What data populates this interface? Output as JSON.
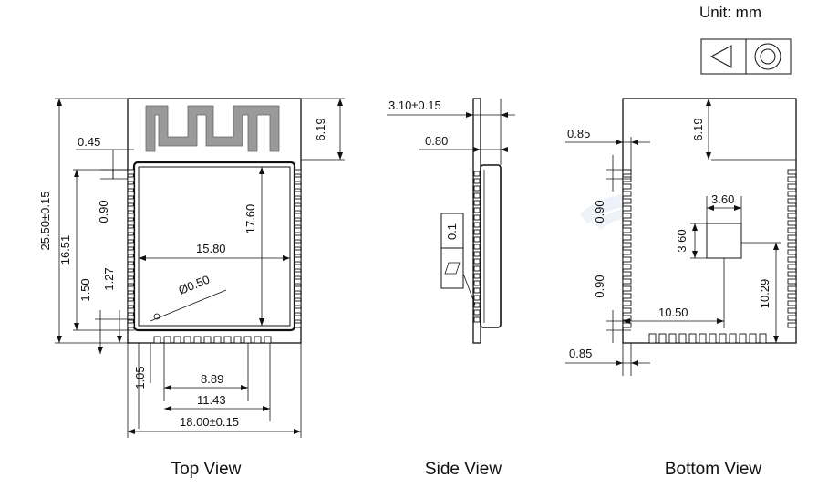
{
  "unit_label": "Unit: mm",
  "accent_color": "#8a8a8a",
  "views": {
    "top_title": "Top View",
    "side_title": "Side View",
    "bottom_title": "Bottom View"
  },
  "top": {
    "d_25_50": "25.50±0.15",
    "d_16_51": "16.51",
    "d_0_45": "0.45",
    "d_6_19": "6.19",
    "d_0_90": "0.90",
    "d_17_60": "17.60",
    "d_15_80": "15.80",
    "d_1_50": "1.50",
    "d_1_27": "1.27",
    "d_dia": "Ø0.50",
    "d_1_05": "1.05",
    "d_8_89": "8.89",
    "d_11_43": "11.43",
    "d_18_00": "18.00±0.15"
  },
  "side": {
    "d_3_10": "3.10±0.15",
    "d_0_80": "0.80",
    "d_0_1": "0.1"
  },
  "bottom": {
    "d_0_85_top": "0.85",
    "d_6_19": "6.19",
    "d_0_90_top": "0.90",
    "d_3_60_w": "3.60",
    "d_3_60_h": "3.60",
    "d_0_90_bot": "0.90",
    "d_10_50": "10.50",
    "d_10_29": "10.29",
    "d_0_85_bot": "0.85"
  }
}
